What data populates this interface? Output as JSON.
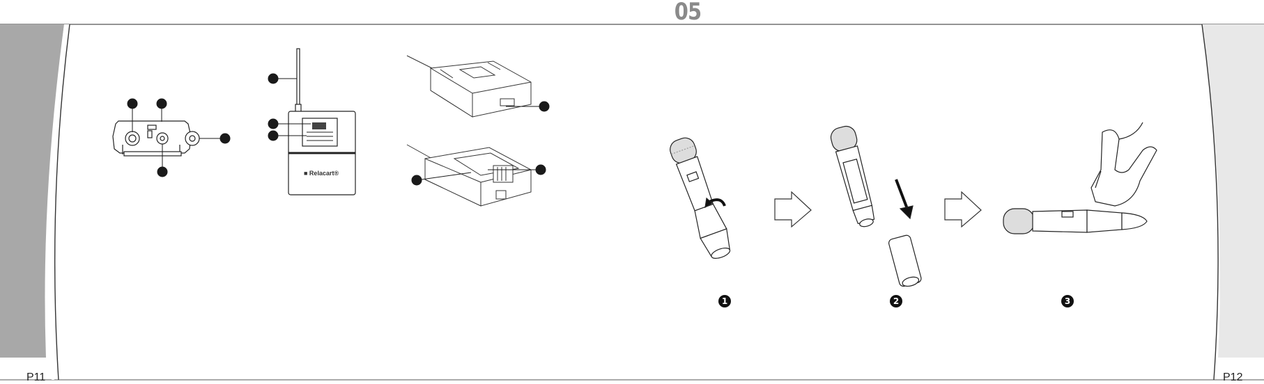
{
  "chapter_number": "05",
  "pages": {
    "left": "P11",
    "right": "P12"
  },
  "steps": [
    "❶",
    "❷",
    "❸"
  ],
  "brand_logo": "Relacart®",
  "colors": {
    "side_panel": "#a8a8a8",
    "right_panel": "#e8e8e8",
    "line": "#222222",
    "callout": "#1a1a1a",
    "chapter_text": "#8a8a8a"
  }
}
